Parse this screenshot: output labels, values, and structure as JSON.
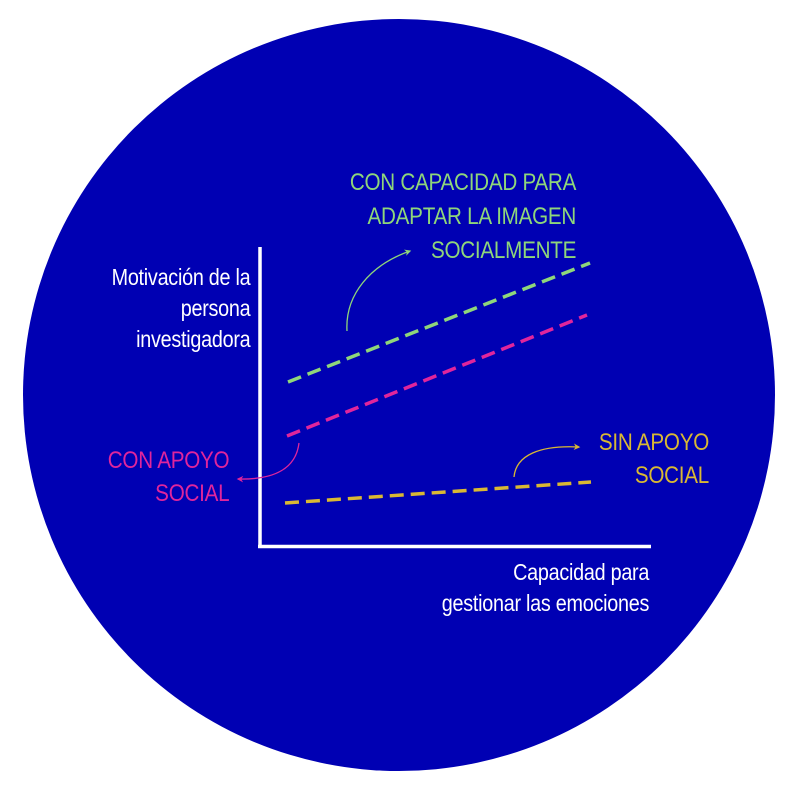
{
  "chart_data": {
    "type": "line",
    "title": "",
    "xlabel": "Capacidad para gestionar las emociones",
    "ylabel": "Motivación de la persona investigadora",
    "grid": false,
    "ticks": false,
    "x": [
      0,
      1
    ],
    "series": [
      {
        "name": "CON CAPACIDAD PARA ADAPTAR LA IMAGEN SOCIALMENTE",
        "color": "#8fd67a",
        "style": "dashed",
        "values": [
          0.55,
          0.95
        ]
      },
      {
        "name": "CON APOYO SOCIAL",
        "color": "#e0259c",
        "style": "dashed",
        "values": [
          0.38,
          0.8
        ]
      },
      {
        "name": "SIN APOYO SOCIAL",
        "color": "#d9b833",
        "style": "dashed",
        "values": [
          0.14,
          0.22
        ]
      }
    ],
    "annotations": [
      {
        "text": "CON CAPACIDAD PARA ADAPTAR LA IMAGEN SOCIALMENTE",
        "arrow_to": "green line"
      },
      {
        "text": "CON APOYO SOCIAL",
        "arrow_to": "magenta line"
      },
      {
        "text": "SIN APOYO SOCIAL",
        "arrow_to": "yellow line"
      }
    ]
  },
  "colors": {
    "background_circle": "#0000b3",
    "axis": "#ffffff",
    "green": "#8fd67a",
    "magenta": "#e0259c",
    "yellow": "#d9b833"
  },
  "labels": {
    "ylabel_lines": [
      "Motivación de la",
      "persona",
      "investigadora"
    ],
    "xlabel_lines": [
      "Capacidad para",
      "gestionar las emociones"
    ],
    "green_lines": [
      "CON CAPACIDAD PARA",
      "ADAPTAR LA IMAGEN",
      "SOCIALMENTE"
    ],
    "magenta_lines": [
      "CON APOYO",
      "SOCIAL"
    ],
    "yellow_lines": [
      "SIN APOYO",
      "SOCIAL"
    ]
  }
}
